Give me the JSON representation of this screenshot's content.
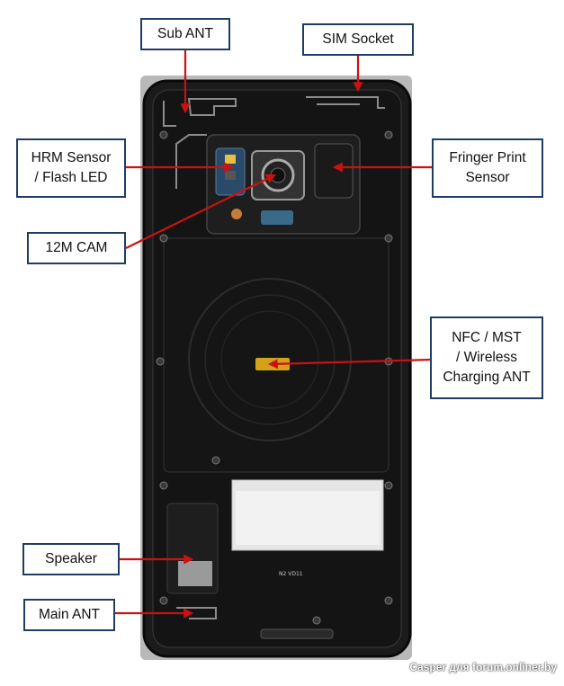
{
  "callouts": {
    "sub_ant": "Sub ANT",
    "sim_socket": "SIM Socket",
    "hrm_sensor": "HRM Sensor\n/ Flash LED",
    "fingerprint_sensor": "Fringer Print\nSensor",
    "cam_12m": "12M CAM",
    "nfc_mst": "NFC / MST\n/ Wireless\nCharging ANT",
    "speaker": "Speaker",
    "main_ant": "Main ANT"
  },
  "board_text": {
    "label_bottom": "N2   VD11"
  },
  "watermark": "Casper для forum.onliner.by",
  "colors": {
    "arrow": "#cc1111",
    "box_border": "#1f3d63",
    "phone_body": "#1b1b1c",
    "nfc_sticker": "#d4a21a"
  }
}
